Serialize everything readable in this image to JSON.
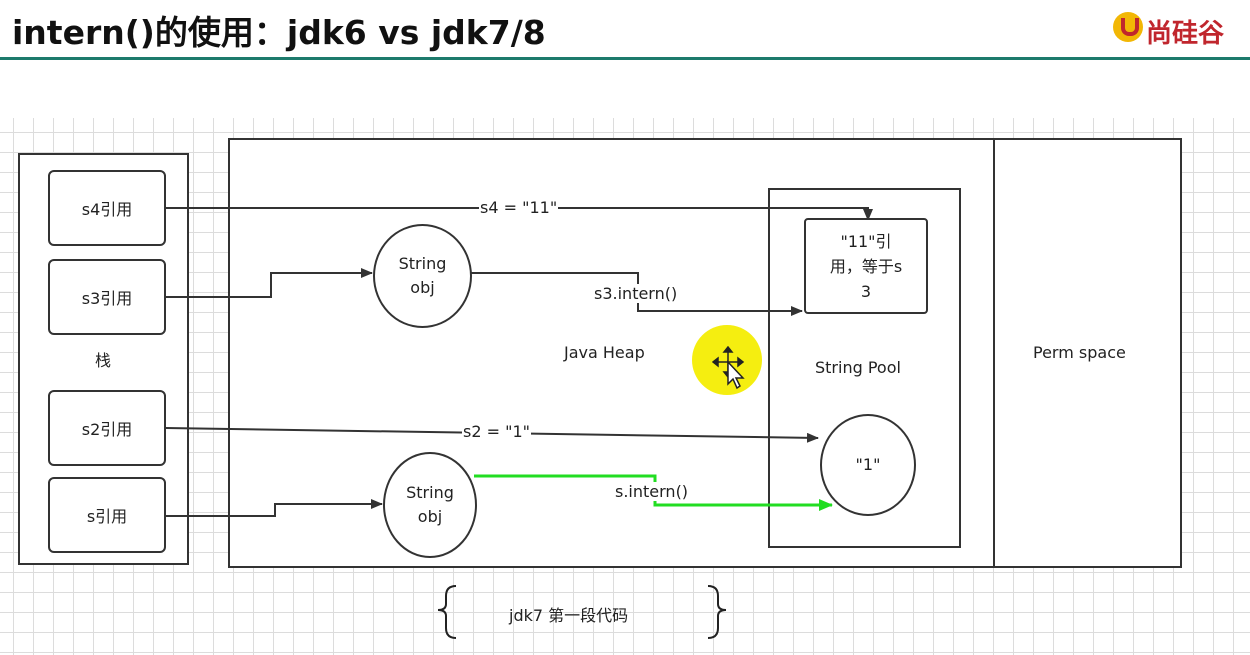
{
  "title": "intern()的使用：jdk6 vs jdk7/8",
  "logo": {
    "text": "尚硅谷",
    "icon": "u-logo-icon"
  },
  "stack": {
    "label": "栈",
    "refs": [
      "s4引用",
      "s3引用",
      "s2引用",
      "s引用"
    ]
  },
  "heap": {
    "label": "Java Heap",
    "objects": [
      "String\nobj",
      "String\nobj"
    ]
  },
  "pool": {
    "label": "String Pool",
    "entry_box": "\"11\"引\n用，等于s\n3",
    "entry_circle": "\"1\""
  },
  "perm": {
    "label": "Perm space"
  },
  "edges": {
    "s4": "s4 = \"11\"",
    "s3_intern": "s3.intern()",
    "s2": "s2 = \"1\"",
    "s_intern": "s.intern()"
  },
  "caption": "jdk7 第一段代码",
  "colors": {
    "accent_rule": "#1d7a6c",
    "green_arrow": "#22dd22",
    "cursor_highlight": "#f5ee10"
  }
}
